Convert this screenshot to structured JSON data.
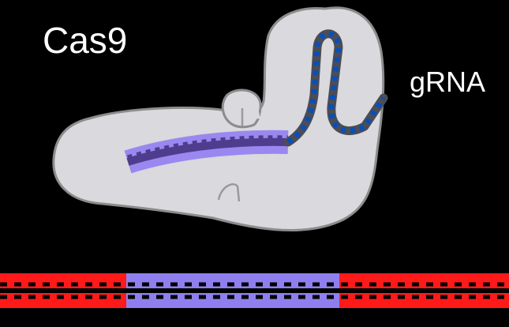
{
  "labels": {
    "protein": "Cas9",
    "guide": "gRNA"
  },
  "colors": {
    "background": "#000000",
    "protein_fill": "#d9d9de",
    "protein_outline": "#8c8c8c",
    "guide_backbone": "#4d4d52",
    "guide_dots": "#0a4fb8",
    "spacer_highlight": "#9a88f0",
    "spacer_core": "#4e3d8c",
    "dna_flank": "#ff1a1a",
    "dna_target": "#8f7fee",
    "dna_teeth": "#000000",
    "label_text": "#ffffff"
  },
  "dna": {
    "segments": [
      "flank-left",
      "target",
      "flank-right"
    ]
  }
}
